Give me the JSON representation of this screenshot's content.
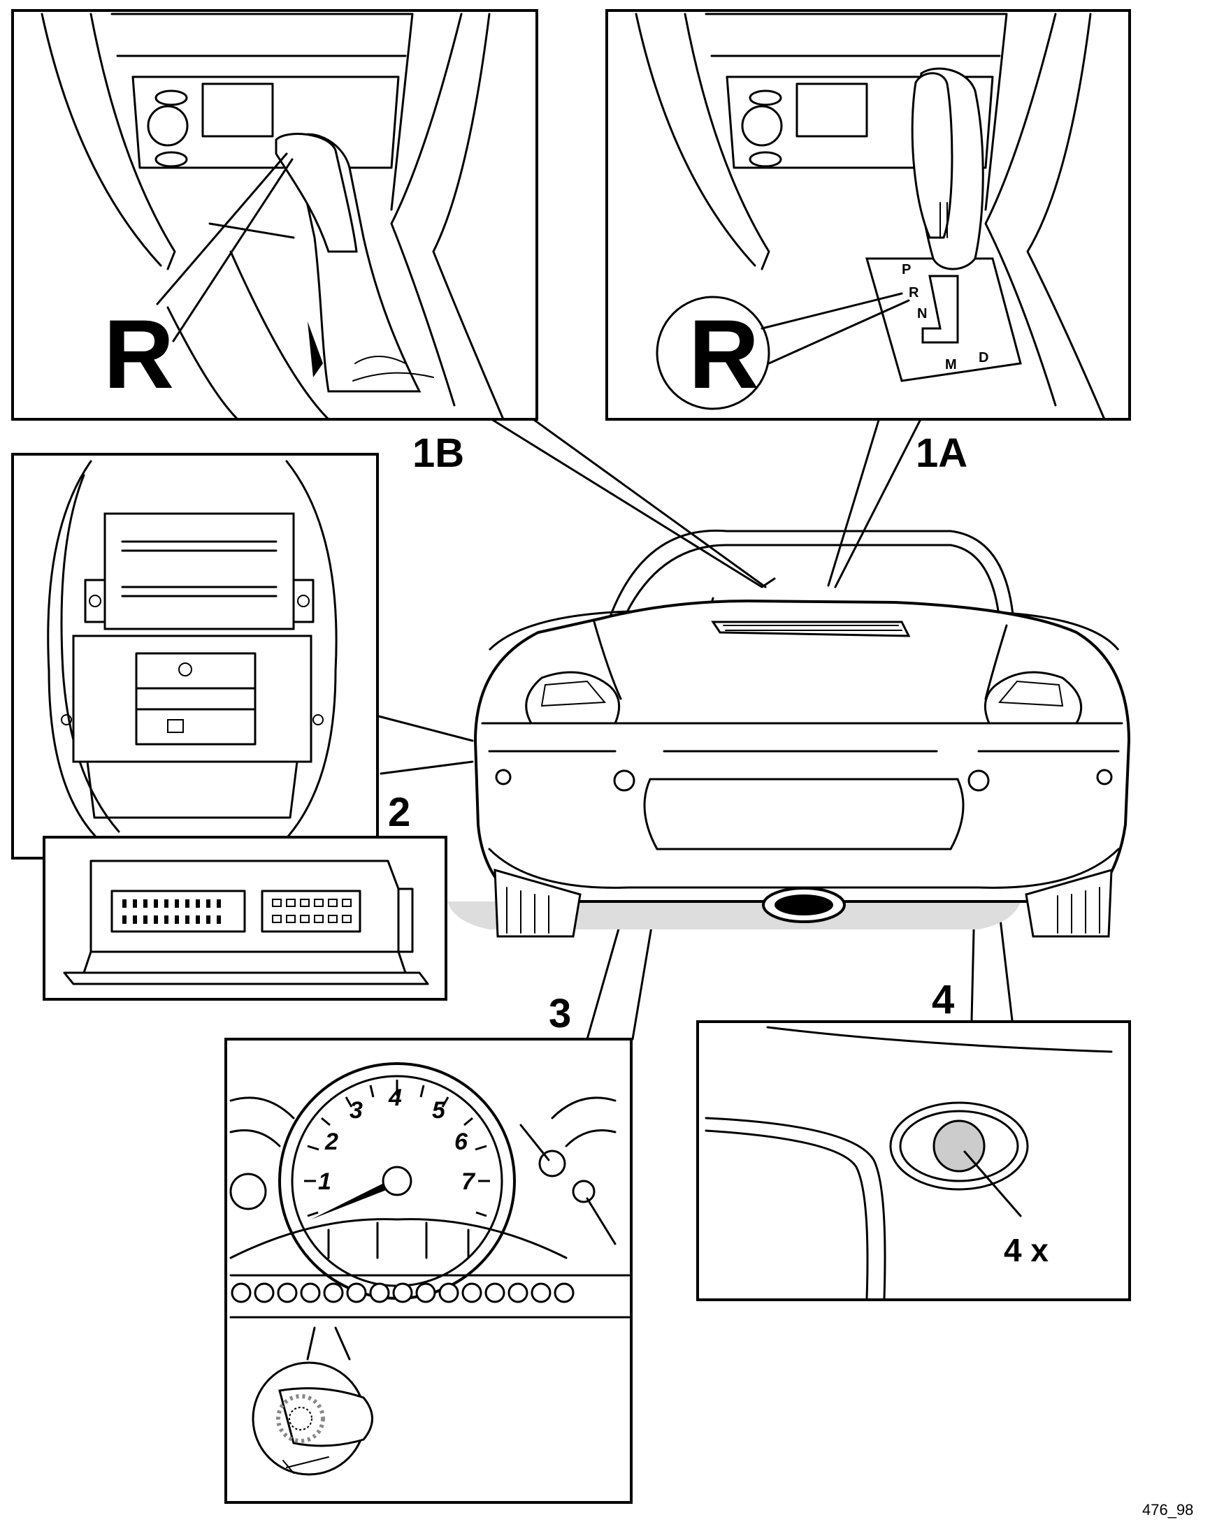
{
  "panels": {
    "1A": {
      "label": "1A",
      "callout": "R",
      "gears": [
        "P",
        "R",
        "N",
        "M",
        "D"
      ]
    },
    "1B": {
      "label": "1B",
      "callout": "R"
    },
    "2": {
      "label": "2"
    },
    "3": {
      "label": "3",
      "tach_numbers": [
        "1",
        "2",
        "3",
        "4",
        "5",
        "6",
        "7"
      ]
    },
    "4": {
      "label": "4",
      "callout": "4 x"
    }
  },
  "figure_ref": "476_98"
}
